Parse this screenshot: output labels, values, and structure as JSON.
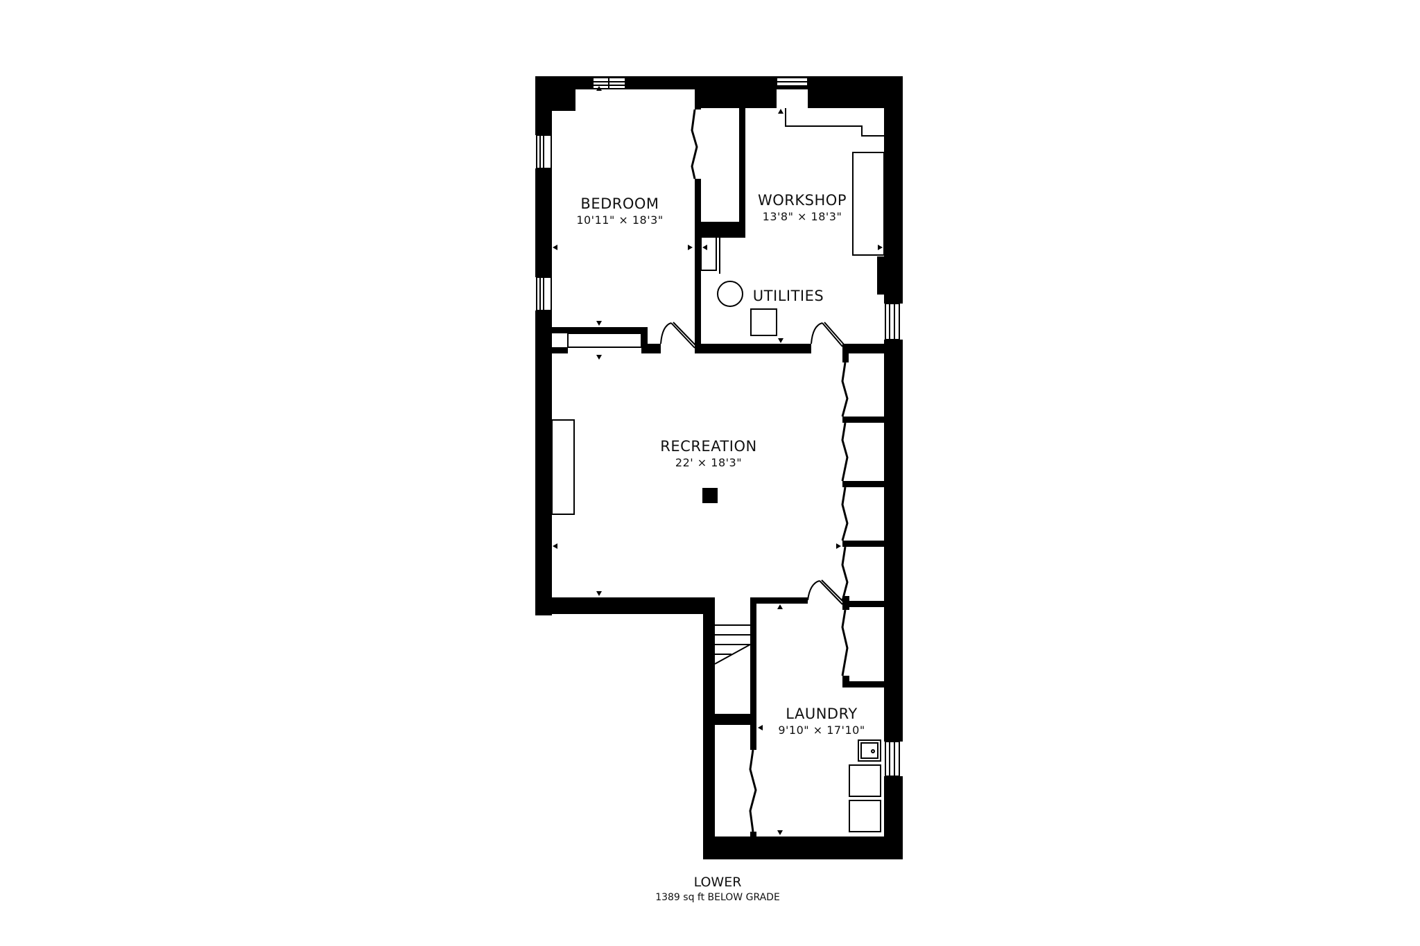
{
  "floor": {
    "name": "LOWER",
    "area": "1389 sq ft BELOW GRADE"
  },
  "rooms": [
    {
      "name": "BEDROOM",
      "dims": "10'11\" × 18'3\""
    },
    {
      "name": "WORKSHOP",
      "dims": "13'8\" × 18'3\""
    },
    {
      "name": "UTILITIES",
      "dims": ""
    },
    {
      "name": "RECREATION",
      "dims": "22' × 18'3\""
    },
    {
      "name": "LAUNDRY",
      "dims": "9'10\" × 17'10\""
    }
  ],
  "colors": {
    "wall": "#000000",
    "background": "#ffffff",
    "text": "#111111"
  }
}
